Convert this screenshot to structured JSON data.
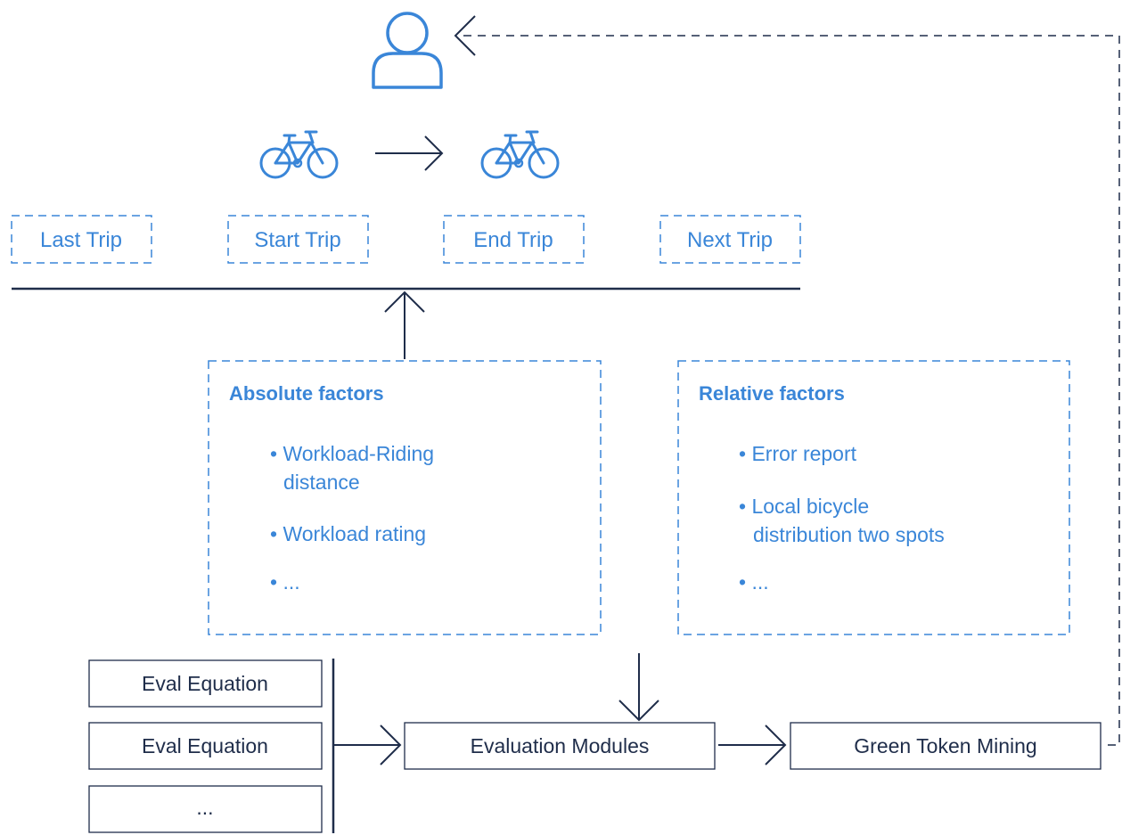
{
  "icons": {
    "user": "user-icon",
    "bicycle_start": "bicycle-icon",
    "bicycle_end": "bicycle-icon"
  },
  "colors": {
    "accent": "#3a86d8",
    "dark": "#1f2d4a"
  },
  "trips": {
    "last": "Last Trip",
    "start": "Start Trip",
    "end": "End Trip",
    "next": "Next Trip"
  },
  "absolute_factors": {
    "title": "Absolute factors",
    "item1_line1": "• Workload-Riding",
    "item1_line2": "distance",
    "item2": "• Workload rating",
    "item3": "• ..."
  },
  "relative_factors": {
    "title": "Relative factors",
    "item1": "• Error report",
    "item2_line1": "• Local bicycle",
    "item2_line2": "distribution two spots",
    "item3": "• ..."
  },
  "equations": {
    "eq1": "Eval Equation",
    "eq2": "Eval Equation",
    "eq3": "..."
  },
  "modules": {
    "evaluation": "Evaluation Modules",
    "mining": "Green Token Mining"
  }
}
